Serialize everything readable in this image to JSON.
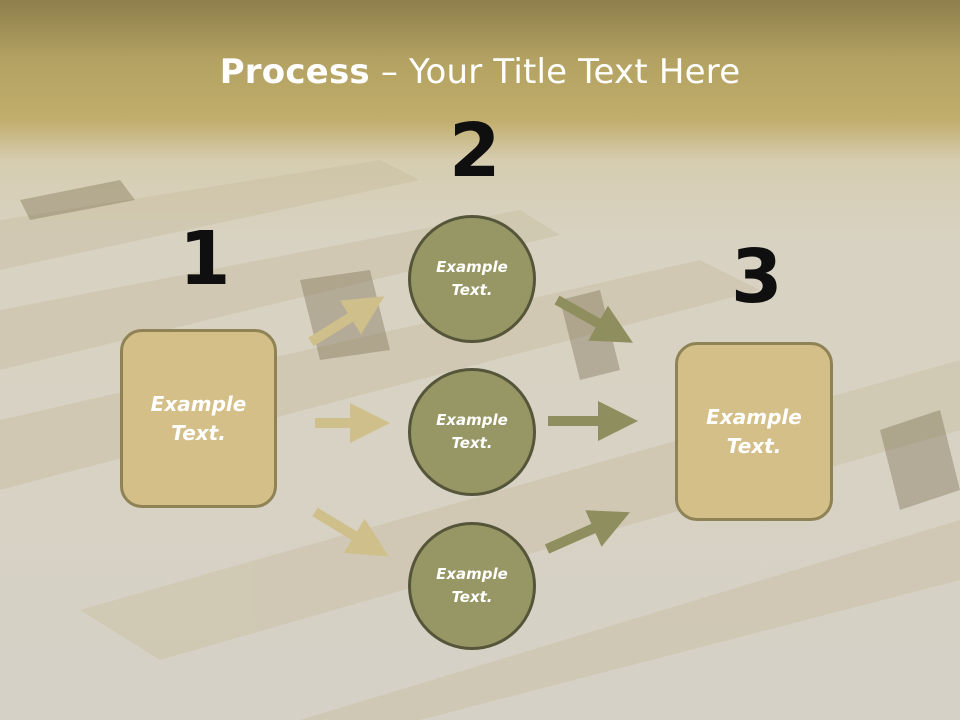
{
  "title": {
    "bold": "Process",
    "rest": " – Your Title Text Here"
  },
  "steps": [
    {
      "number": "1",
      "label": "Example Text."
    },
    {
      "number": "2",
      "labels": [
        "Example Text.",
        "Example Text.",
        "Example Text."
      ]
    },
    {
      "number": "3",
      "label": "Example Text."
    }
  ],
  "colors": {
    "box_fill": "#d4bf88",
    "box_border": "#8f8355",
    "circle_fill": "#979765",
    "circle_border": "#55553a",
    "arrow_light": "#cfbf8a",
    "arrow_dark": "#8e8e5e"
  }
}
